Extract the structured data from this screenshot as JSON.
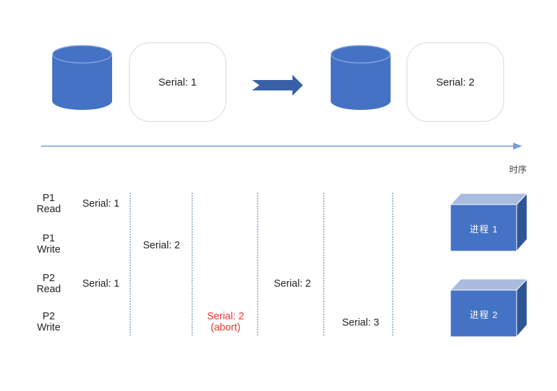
{
  "top": {
    "database1": {
      "icon": "database-icon",
      "serial_label": "Serial: 1"
    },
    "database2": {
      "icon": "database-icon",
      "serial_label": "Serial: 2"
    },
    "arrow_icon": "block-arrow-right-icon"
  },
  "timeline": {
    "label": "时序"
  },
  "table": {
    "rows": [
      {
        "line1": "P1",
        "line2": "Read"
      },
      {
        "line1": "P1",
        "line2": "Write"
      },
      {
        "line1": "P2",
        "line2": "Read"
      },
      {
        "line1": "P2",
        "line2": "Write"
      }
    ],
    "cells": [
      {
        "text": "Serial: 1",
        "row": "P1 Read",
        "column": 1
      },
      {
        "text": "Serial: 2",
        "row": "P1 Write",
        "column": 2
      },
      {
        "text": "Serial: 1",
        "row": "P2 Read",
        "column": 1
      },
      {
        "text": "Serial: 2",
        "row": "P2 Read",
        "column": 4
      },
      {
        "text": "Serial: 2",
        "note": "(abort)",
        "row": "P2 Write",
        "column": 3,
        "status": "abort"
      },
      {
        "text": "Serial: 3",
        "row": "P2 Write",
        "column": 5
      }
    ]
  },
  "processes": [
    {
      "label": "进程 1",
      "icon": "cube-icon"
    },
    {
      "label": "进程 2",
      "icon": "cube-icon"
    }
  ],
  "colors": {
    "accent": "#4472C4",
    "cube_top": "#A9BBDF",
    "cube_side": "#2F5597",
    "arrow": "#3A5FA9",
    "timeline": "#7E9CD6",
    "grid_line": "#5d82c4",
    "box_border": "#D9D9D9",
    "abort_red": "#E8372F",
    "text": "#1F1F1F",
    "label_gray": "#3F3F3F"
  }
}
